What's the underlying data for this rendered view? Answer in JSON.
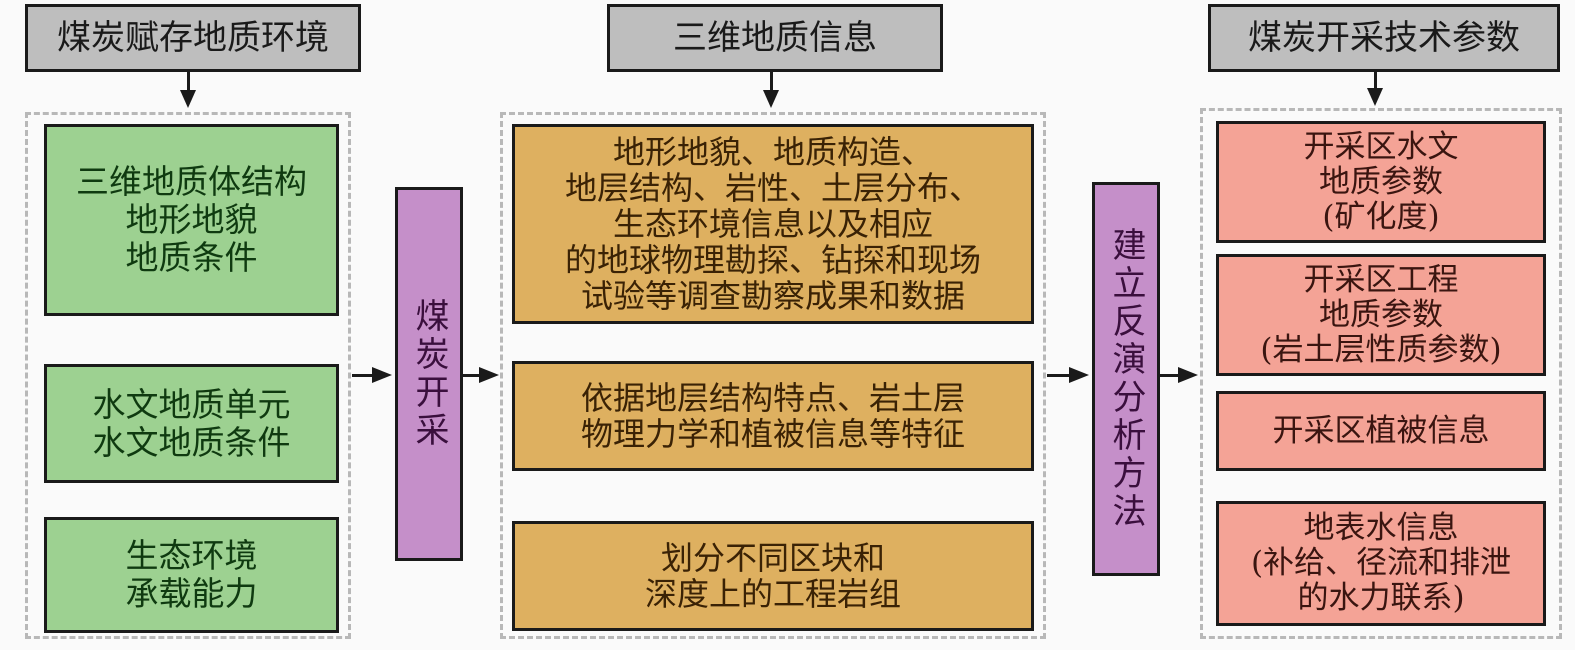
{
  "headers": [
    "煤炭赋存地质环境",
    "三维地质信息",
    "煤炭开采技术参数"
  ],
  "left_boxes": [
    [
      "三维地质体结构",
      "地形地貌",
      "地质条件"
    ],
    [
      "水文地质单元",
      "水文地质条件"
    ],
    [
      "生态环境",
      "承载能力"
    ]
  ],
  "process_1": "煤炭开采",
  "middle_boxes": [
    [
      "地形地貌、地质构造、",
      "地层结构、岩性、土层分布、",
      "生态环境信息以及相应",
      "的地球物理勘探、钻探和现场",
      "试验等调查勘察成果和数据"
    ],
    [
      "依据地层结构特点、岩土层",
      "物理力学和植被信息等特征"
    ],
    [
      "划分不同区块和",
      "深度上的工程岩组"
    ]
  ],
  "process_2": "建立反演分析方法",
  "right_boxes": [
    [
      "开采区水文",
      "地质参数",
      "(矿化度)"
    ],
    [
      "开采区工程",
      "地质参数",
      "(岩土层性质参数)"
    ],
    [
      "开采区植被信息"
    ],
    [
      "地表水信息",
      "(补给、径流和排泄",
      "的水力联系)"
    ]
  ],
  "colors": {
    "header": "#bebebe",
    "green": "#9dd191",
    "orange": "#deb060",
    "pink": "#f4a396",
    "purple": "#c58fc9"
  }
}
